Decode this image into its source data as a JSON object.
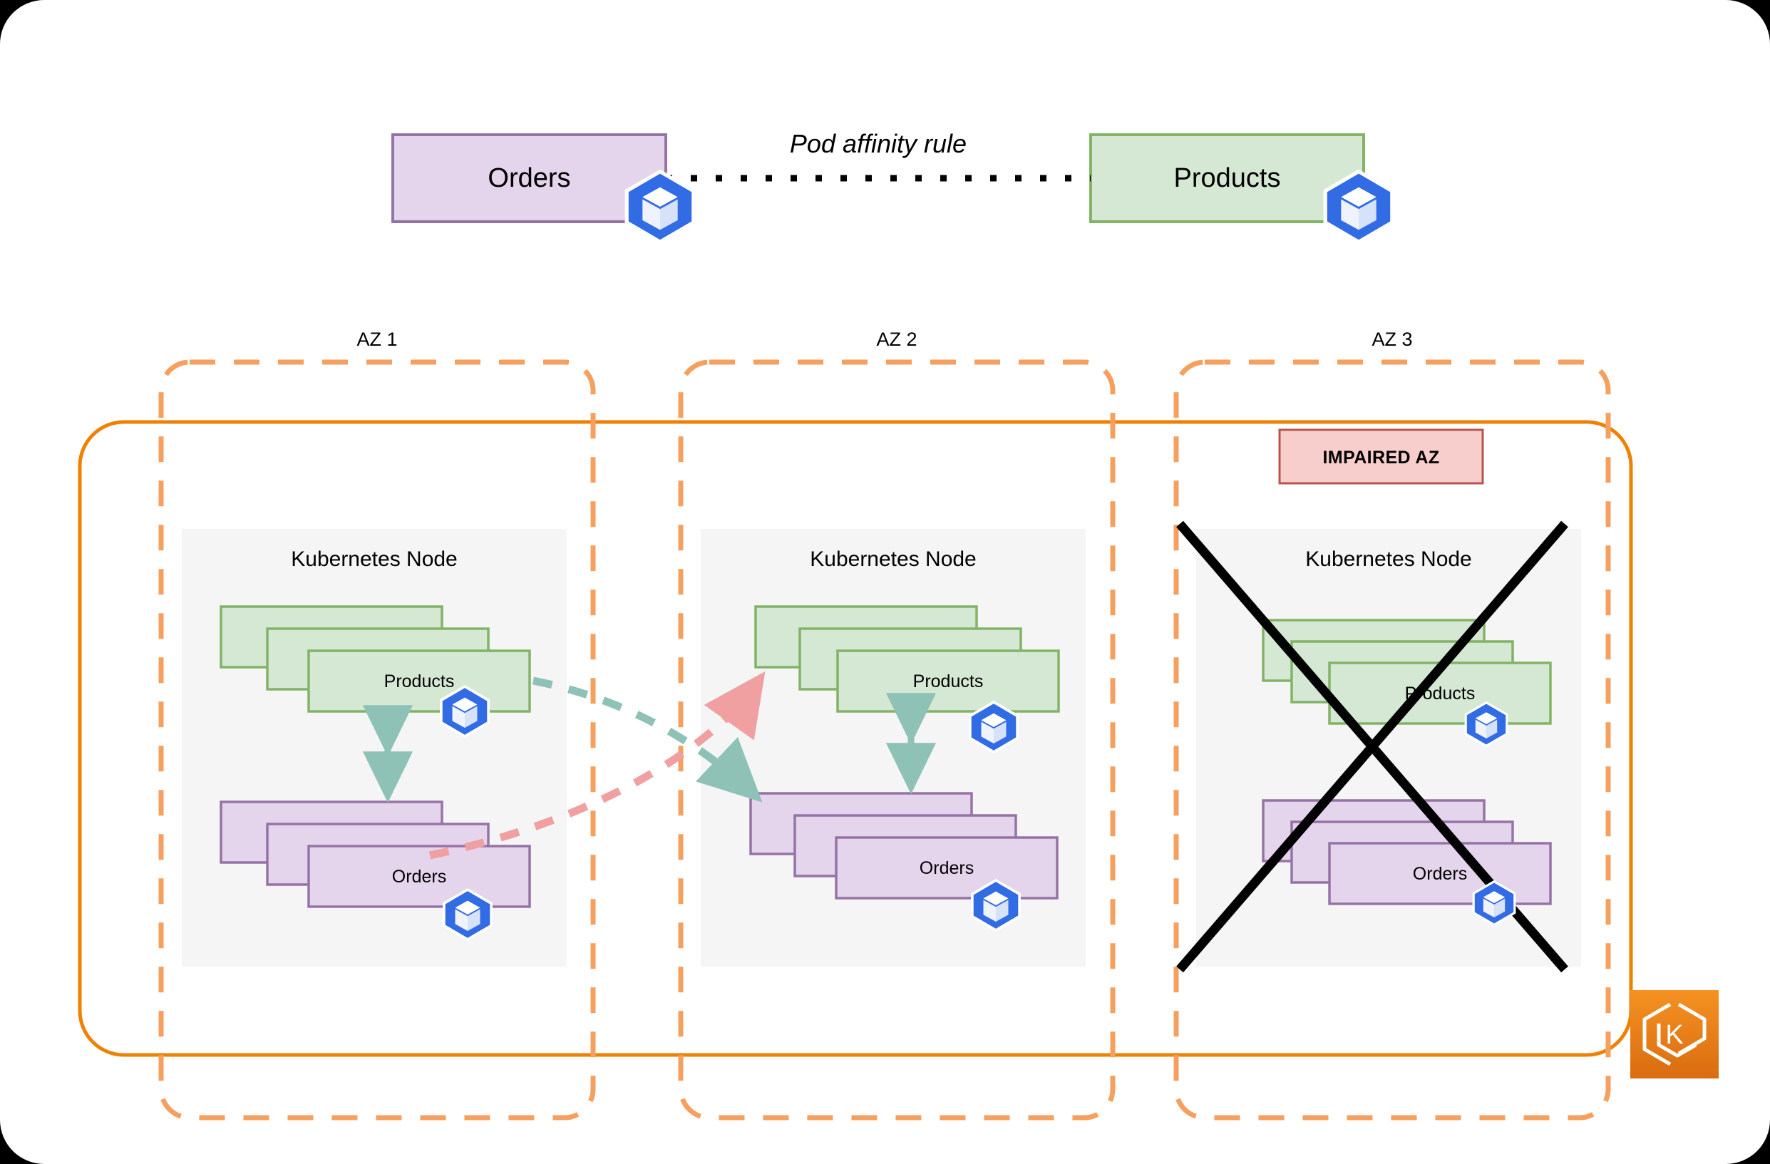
{
  "diagram": {
    "title_boxes": [
      {
        "name": "orders-service",
        "label": "Orders",
        "kind": "orders"
      },
      {
        "name": "products-service",
        "label": "Products",
        "kind": "products"
      }
    ],
    "affinity_rule_label": "Pod affinity rule",
    "zones": [
      {
        "id": "az1",
        "label": "AZ 1",
        "impaired": false,
        "node_label": "Kubernetes Node",
        "pod_groups": [
          {
            "label": "Products",
            "kind": "products",
            "replicas": 3
          },
          {
            "label": "Orders",
            "kind": "orders",
            "replicas": 3
          }
        ]
      },
      {
        "id": "az2",
        "label": "AZ 2",
        "impaired": false,
        "node_label": "Kubernetes Node",
        "pod_groups": [
          {
            "label": "Products",
            "kind": "products",
            "replicas": 3
          },
          {
            "label": "Orders",
            "kind": "orders",
            "replicas": 3
          }
        ]
      },
      {
        "id": "az3",
        "label": "AZ 3",
        "impaired": true,
        "node_label": "Kubernetes Node",
        "impaired_badge": "IMPAIRED AZ",
        "pod_groups": [
          {
            "label": "Products",
            "kind": "products",
            "replicas": 3
          },
          {
            "label": "Orders",
            "kind": "orders",
            "replicas": 3
          }
        ]
      }
    ],
    "icons": {
      "pod_icon": "kubernetes-pod-icon",
      "brand_logo": "kubernetes-hex-k-logo",
      "failure_marker": "black-cross-icon"
    },
    "colors": {
      "orders_fill": "#e4d4ec",
      "orders_stroke": "#9673a6",
      "products_fill": "#d5e8d4",
      "products_stroke": "#82b366",
      "node_fill": "#f5f5f5",
      "az_dashed": "#f5a05f",
      "cluster_outline": "#f08000",
      "impaired_fill": "#f8cecc",
      "impaired_stroke": "#b85450",
      "affinity_arrow_products": "#8fc2b7",
      "affinity_arrow_orders": "#f0a0a0",
      "pod_icon_blue": "#326ce5",
      "logo_orange_top": "#f59222",
      "logo_orange_bottom": "#d96c10",
      "failure_cross": "#000000"
    }
  }
}
